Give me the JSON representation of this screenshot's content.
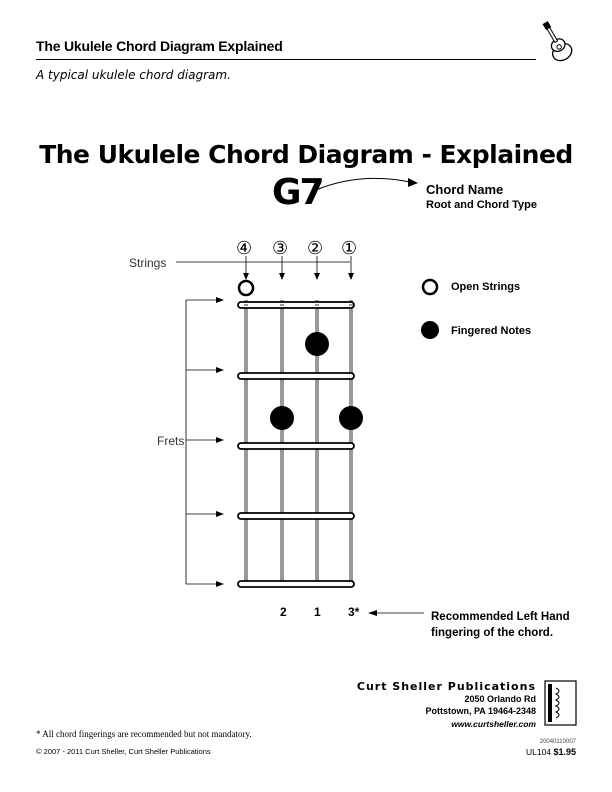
{
  "header": {
    "title": "The Ukulele Chord Diagram Explained",
    "subtitle": "A typical ukulele chord diagram.",
    "logo_icon": "ukulele-icon"
  },
  "diagram": {
    "title": "The Ukulele Chord Diagram - Explained",
    "chord_label": "G7",
    "chord_name_label": "Chord Name",
    "chord_type_label": "Root and Chord Type",
    "string_numbers": [
      "④",
      "③",
      "②",
      "①"
    ],
    "strings_label": "Strings",
    "frets_label": "Frets",
    "open_strings": [
      4
    ],
    "fingered_notes": [
      {
        "string": 2,
        "fret": 1
      },
      {
        "string": 3,
        "fret": 2
      },
      {
        "string": 1,
        "fret": 2
      }
    ],
    "fingering": [
      "",
      "2",
      "1",
      "3*"
    ],
    "legend": {
      "open_label": "Open Strings",
      "fingered_label": "Fingered Notes"
    },
    "recommend_line1": "Recommended Left Hand",
    "recommend_line2": "fingering of the chord."
  },
  "footer": {
    "publisher": "Curt Sheller Publications",
    "address1": "2050 Orlando Rd",
    "address2": "Pottstown, PA 19464-2348",
    "website": "www.curtsheller.com",
    "footnote": "All chord fingerings are recommended but not mandatory.",
    "footnote_mark": "*",
    "copyright": "© 2007 - 2011 Curt Sheller, Curt Sheller Publications",
    "catalog_number": "20040110007",
    "product_code": "UL104",
    "price": "$1.95",
    "barcode_icon": "barcode-icon"
  }
}
